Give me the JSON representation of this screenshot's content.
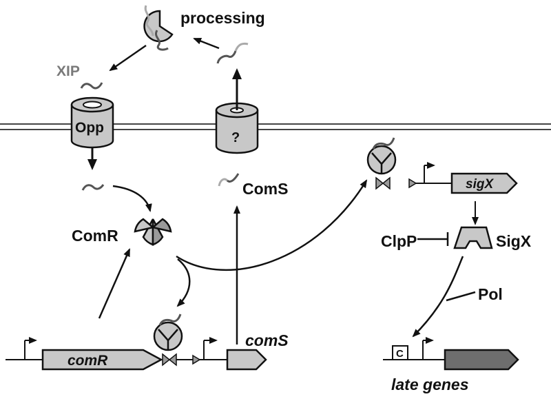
{
  "colors": {
    "background": "#ffffff",
    "outline": "#111111",
    "protein_fill": "#c8c8c8",
    "protein_fill_dark": "#9a9a9a",
    "gene_fill": "#c8c8c8",
    "late_gene_fill": "#6e6e6e",
    "peptide_dark": "#555555",
    "peptide_light": "#aaaaaa",
    "xip_label": "#7a7a7a"
  },
  "labels": {
    "processing": "processing",
    "xip": "XIP",
    "opp": "Opp",
    "unknown_transporter": "?",
    "coms_peptide": "ComS",
    "comr_protein": "ComR",
    "comr_gene": "comR",
    "coms_gene": "comS",
    "sigx_gene": "sigX",
    "clpp": "ClpP",
    "sigx_protein": "SigX",
    "pol": "Pol",
    "cin_box": "C",
    "late_genes": "late genes"
  },
  "icons": {
    "transporter": "cylinder-transporter-icon",
    "receptor": "comr-receptor-icon",
    "promoter": "promoter-arrow-icon",
    "inhibition": "t-bar-inhibition-icon",
    "peptide": "wavy-peptide-icon",
    "operator": "bowtie-operator-icon",
    "protease": "pacman-protease-icon"
  }
}
